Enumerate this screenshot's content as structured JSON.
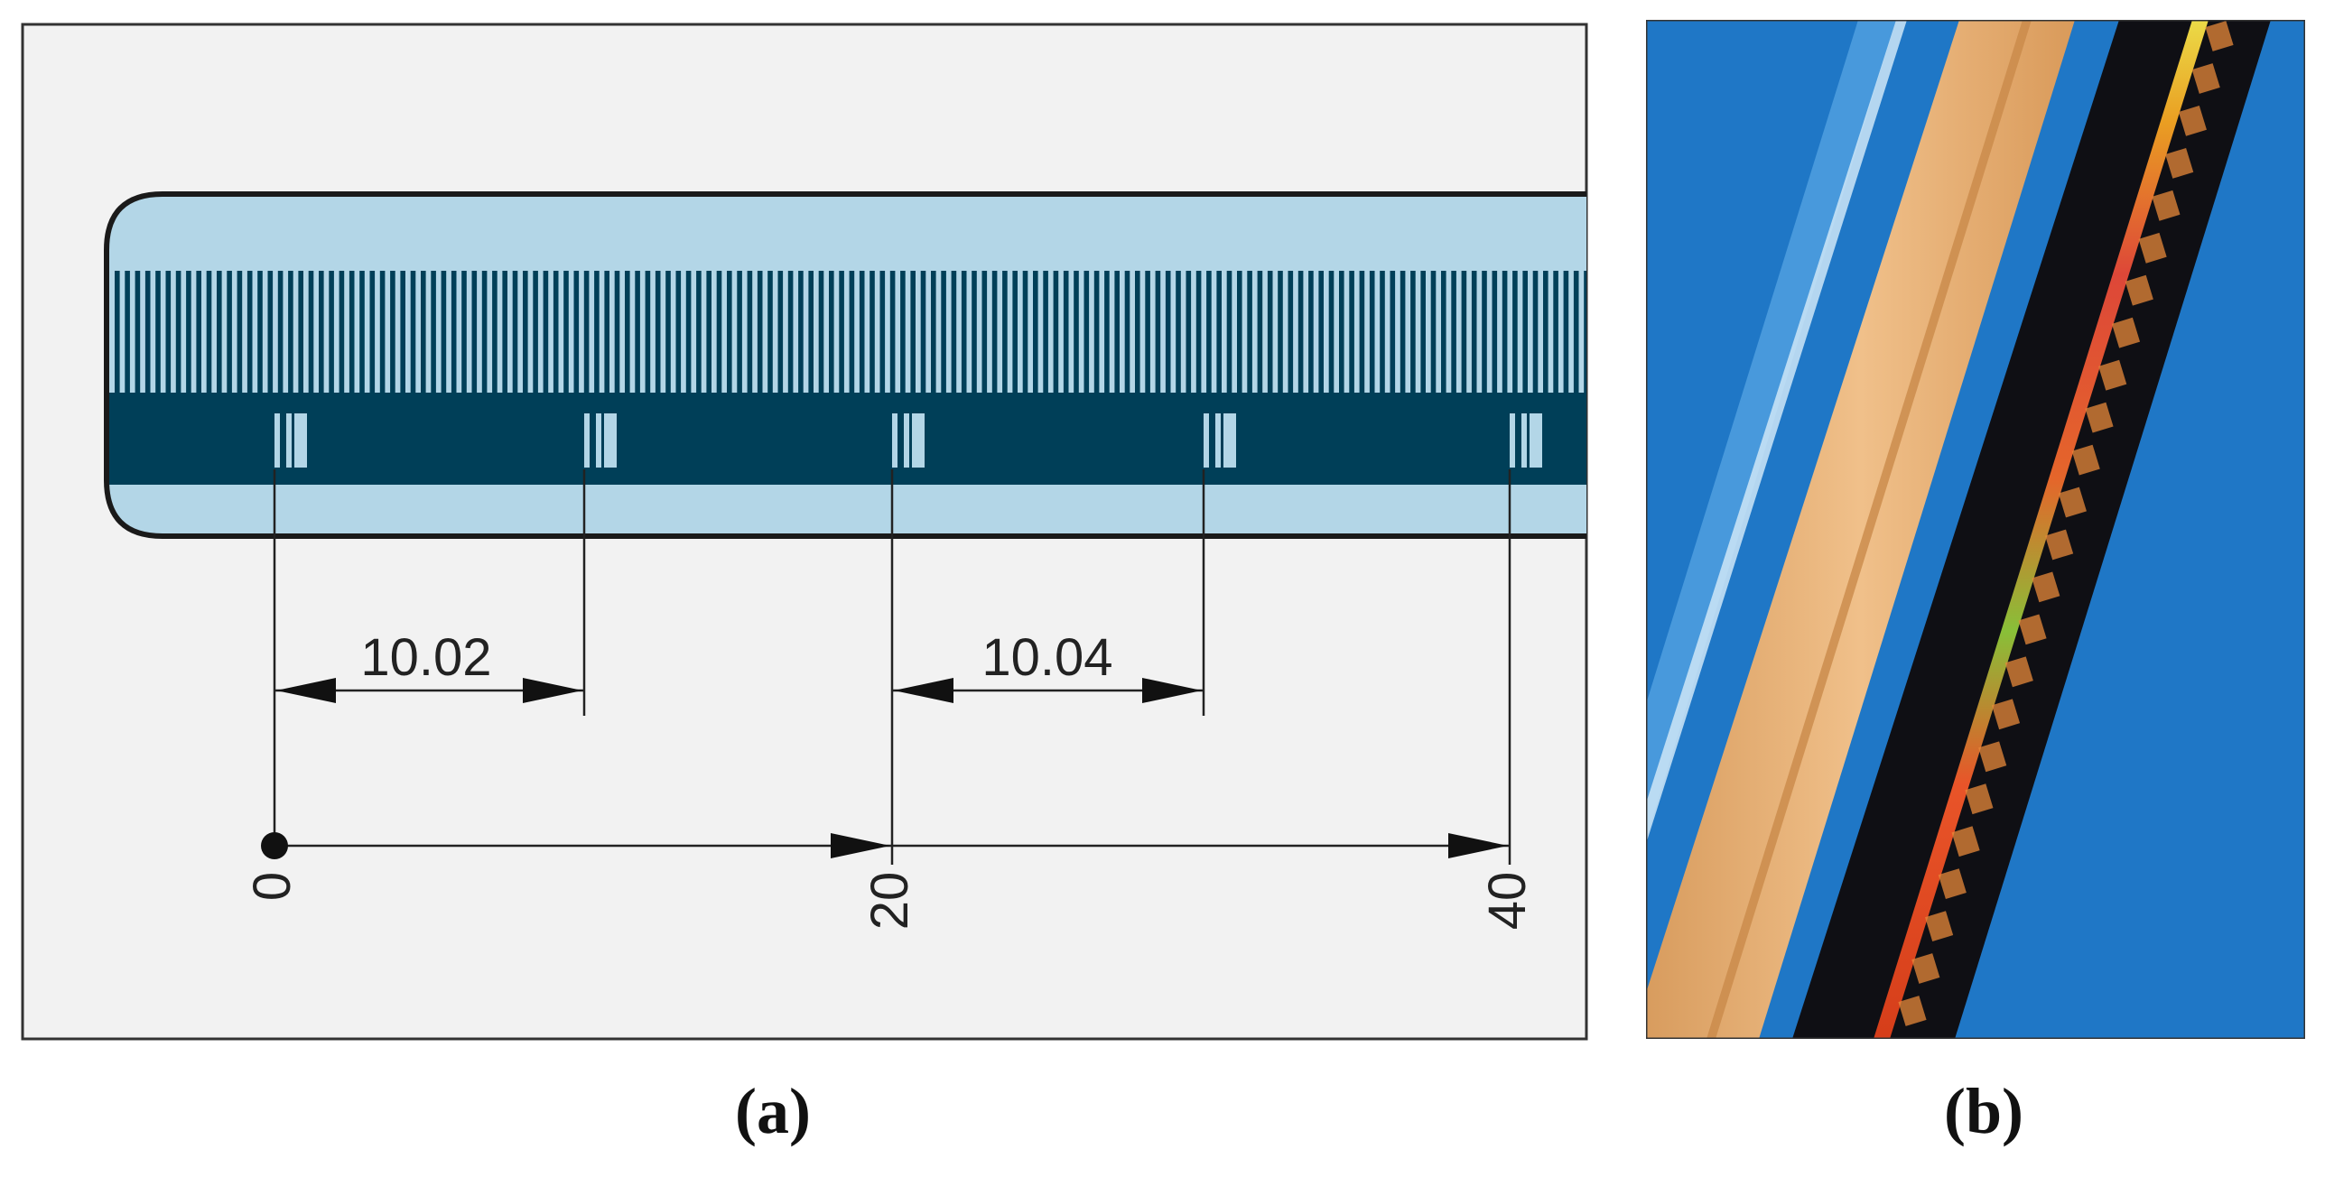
{
  "panel_a": {
    "caption": "(a)",
    "dimensions": [
      "10.02",
      "10.04"
    ],
    "scale_labels": [
      "0",
      "20",
      "40"
    ]
  },
  "panel_b": {
    "caption": "(b)"
  },
  "colors": {
    "panel_background": "#f2f2f2",
    "scale_light_blue": "#b3d6e7",
    "scale_dark_teal": "#003f58",
    "photo_background": "#1f77c6",
    "photo_glass_tan": "#e8b378",
    "photo_black_strip": "#0f0f14"
  }
}
